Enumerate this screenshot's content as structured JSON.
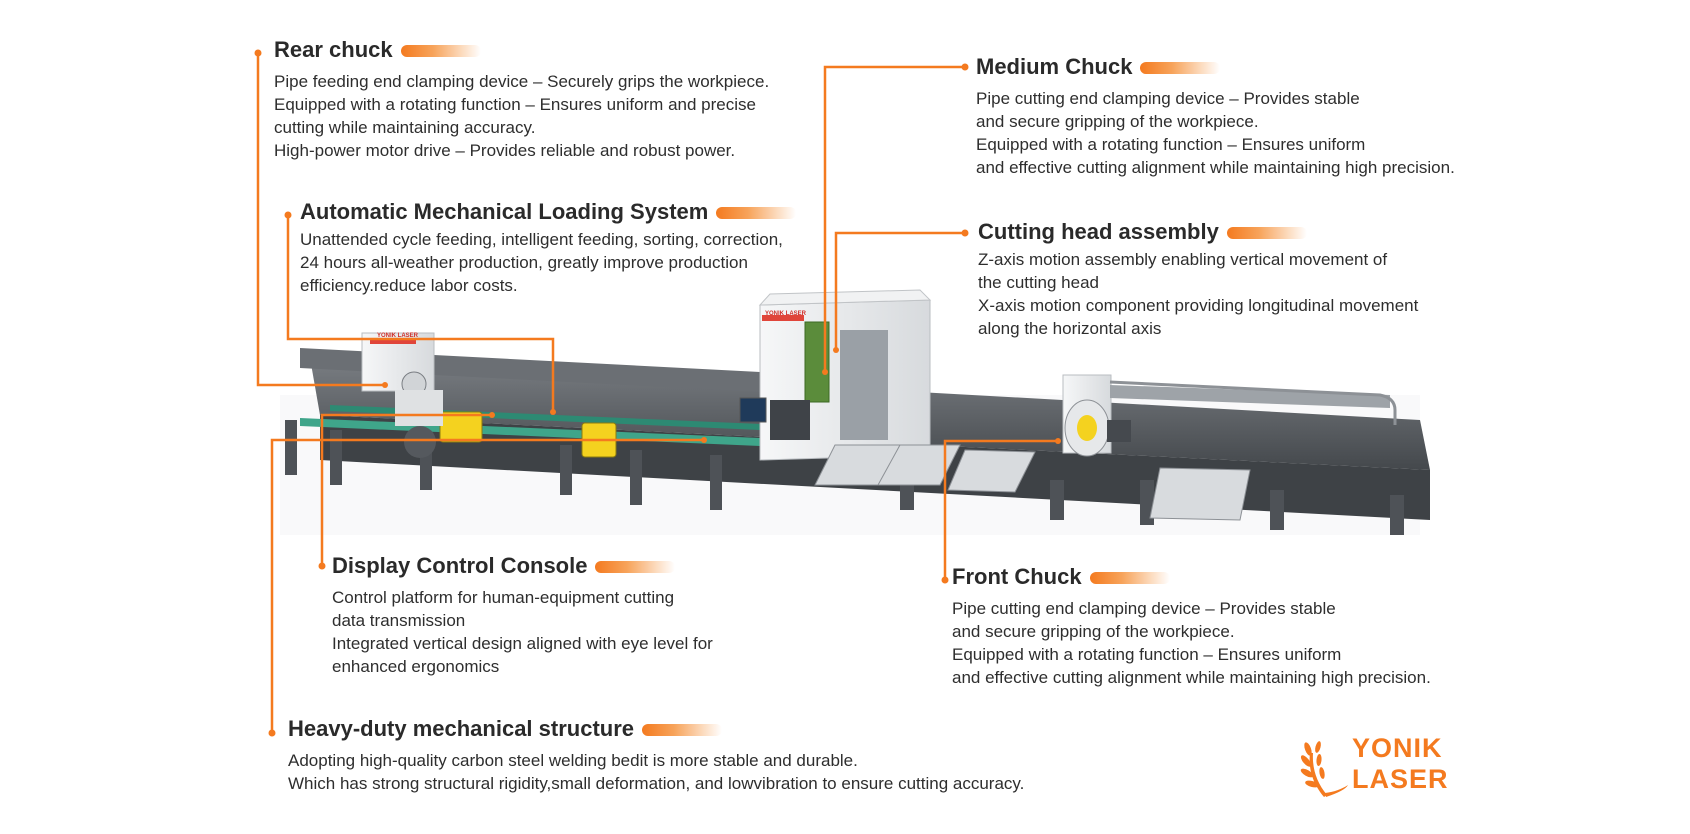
{
  "callouts": {
    "rear_chuck": {
      "title": "Rear chuck",
      "lines": [
        "Pipe feeding end clamping device – Securely grips the workpiece.",
        "Equipped with a rotating function – Ensures uniform and precise",
        "cutting while maintaining accuracy.",
        "High-power motor drive – Provides reliable and robust power."
      ]
    },
    "loading_system": {
      "title": "Automatic Mechanical Loading System",
      "lines": [
        "Unattended cycle feeding, intelligent feeding, sorting, correction,",
        "24 hours all-weather production, greatly improve production",
        "efficiency.reduce labor costs."
      ]
    },
    "medium_chuck": {
      "title": "Medium Chuck",
      "lines": [
        "Pipe cutting end clamping device – Provides stable",
        "and secure gripping of the workpiece.",
        "Equipped with a rotating function – Ensures uniform",
        "and effective cutting alignment while maintaining high precision."
      ]
    },
    "cutting_head": {
      "title": "Cutting head assembly",
      "lines": [
        "Z-axis motion assembly enabling vertical movement of",
        "the cutting head",
        "X-axis motion component providing longitudinal movement",
        "along the horizontal axis"
      ]
    },
    "display_console": {
      "title": "Display Control Console",
      "lines": [
        "Control platform for human-equipment cutting",
        "data transmission",
        "Integrated vertical design aligned with eye level for",
        "enhanced ergonomics"
      ]
    },
    "front_chuck": {
      "title": "Front Chuck",
      "lines": [
        "Pipe cutting end clamping device – Provides stable",
        "and secure gripping of the workpiece.",
        "Equipped with a rotating function – Ensures uniform",
        "and effective cutting alignment while maintaining high precision."
      ]
    },
    "heavy_structure": {
      "title": "Heavy-duty mechanical structure",
      "lines": [
        "Adopting high-quality carbon steel welding bedit is more stable and durable.",
        "Which has strong structural rigidity,small deformation, and lowvibration to ensure cutting accuracy."
      ]
    }
  },
  "machine": {
    "head_label": "YONIK LASER",
    "chuck_label": "YONIK LASER"
  },
  "logo": {
    "line1": "YONIK",
    "line2": "LASER"
  },
  "colors": {
    "accent": "#f47a1f",
    "machine_body": "#5a5e63",
    "machine_white": "#eceeef",
    "guard_yellow": "#f4d21f"
  }
}
